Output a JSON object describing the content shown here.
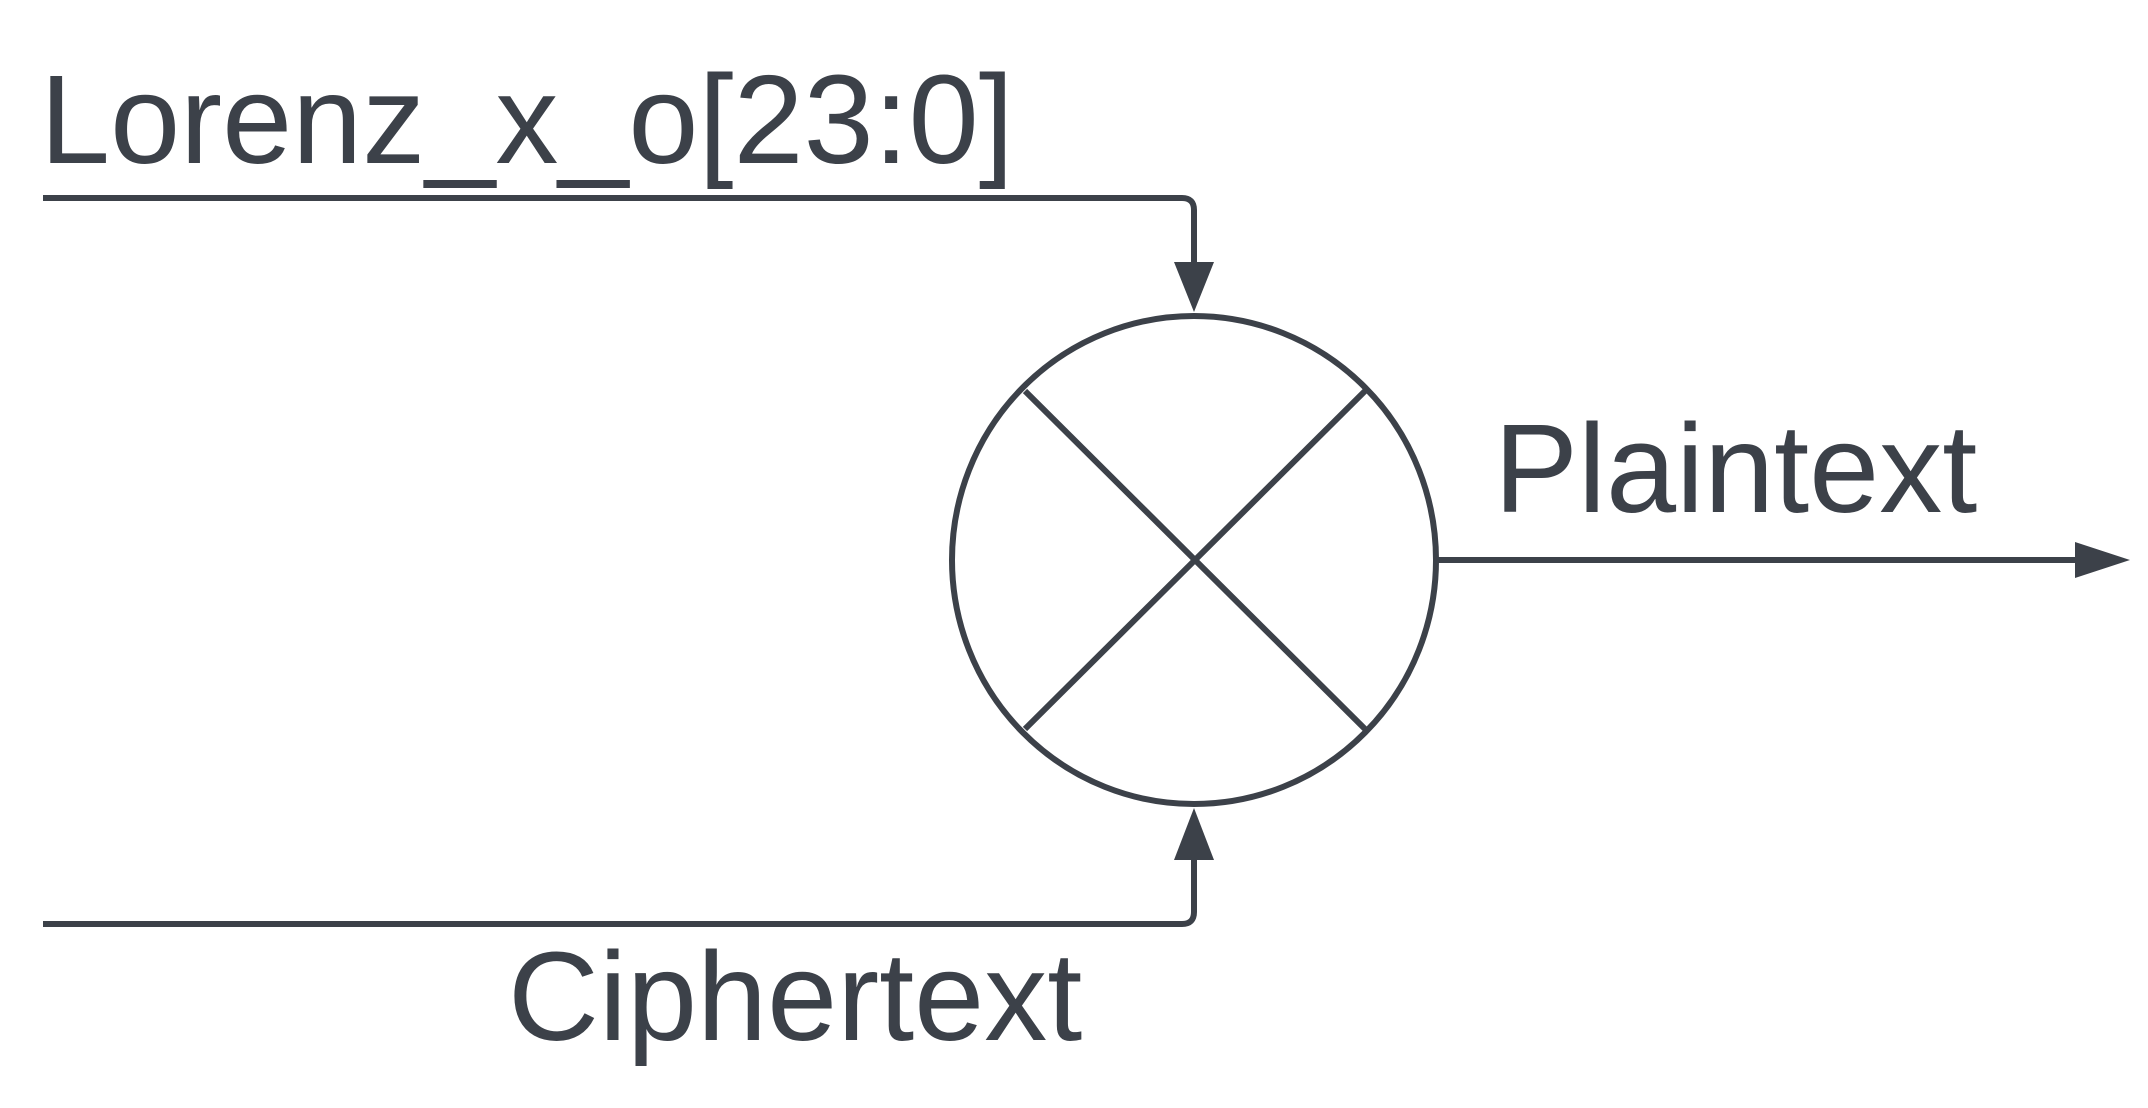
{
  "diagram": {
    "input_key_label": "Lorenz_x_o[23:0]",
    "input_cipher_label": "Ciphertext",
    "output_label": "Plaintext",
    "operator_icon": "xor-cross-circle-icon",
    "color": "#3c4149"
  }
}
